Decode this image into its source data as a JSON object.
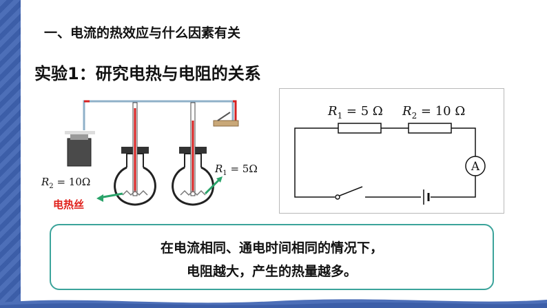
{
  "heading": "一、电流的热效应与什么因素有关",
  "subheading": "实验1：研究电热与电阻的关系",
  "apparatus": {
    "r2_label_sym": "R",
    "r2_label_sub": "2",
    "r2_label_val": " = 10Ω",
    "r1_label_sym": "R",
    "r1_label_sub": "1",
    "r1_label_val": " = 5Ω",
    "wire_label": "电热丝"
  },
  "circuit": {
    "r1_sym": "R",
    "r1_sub": "1",
    "r1_val": " = 5 Ω",
    "r2_sym": "R",
    "r2_sub": "2",
    "r2_val": " = 10 Ω",
    "ammeter_symbol": "A"
  },
  "conclusion": {
    "line1": "在电流相同、通电时间相同的情况下，",
    "line2": "电阻越大，产生的热量越多。"
  },
  "colors": {
    "sidebar": "#4d6fb8",
    "callout_border": "#3aa39a",
    "wire_label": "#e0201a",
    "arrow": "#2aa36a"
  }
}
